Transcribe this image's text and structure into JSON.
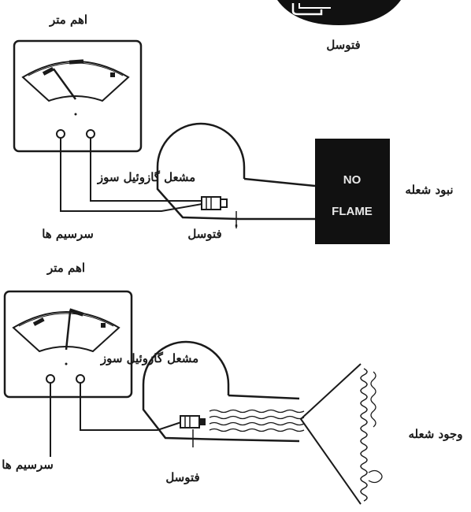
{
  "colors": {
    "ink": "#1a1a1a",
    "box": "#111111",
    "paper": "#ffffff"
  },
  "top_photocell": {
    "label": "فتوسل"
  },
  "diagram_top": {
    "ohmmeter_label": "اهم متر",
    "burner_label": "مشعل گازوئیل سوز",
    "wires_label": "سرسیم ها",
    "photocell_label": "فتوسل",
    "state_label": "نبود شعله",
    "box_line1": "NO",
    "box_line2": "FLAME",
    "meter_position": 0.2
  },
  "diagram_bottom": {
    "ohmmeter_label": "اهم متر",
    "burner_label": "مشعل گازوئیل سوز",
    "wires_label": "سرسیم ها",
    "photocell_label": "فتوسل",
    "state_label": "وجود شعله",
    "meter_position": 0.55
  }
}
